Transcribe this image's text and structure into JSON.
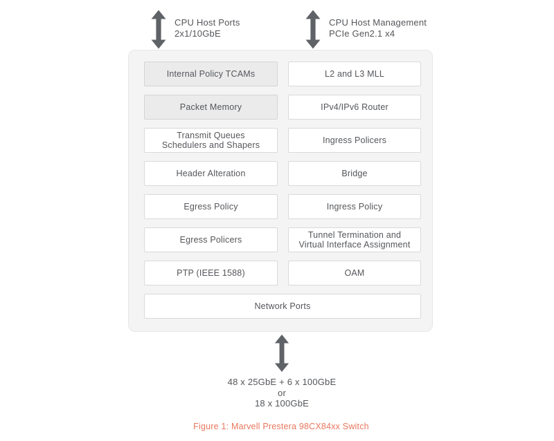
{
  "top_connections": [
    {
      "name": "cpu-host-ports",
      "label": "CPU Host Ports\n2x1/10GbE"
    },
    {
      "name": "cpu-host-management",
      "label": "CPU Host Management\nPCIe Gen2.1 x4"
    }
  ],
  "switch": {
    "left_column": [
      {
        "label": "Internal Policy TCAMs",
        "filled": true
      },
      {
        "label": "Packet Memory",
        "filled": true
      },
      {
        "label": "Transmit Queues\nSchedulers and Shapers",
        "filled": false
      },
      {
        "label": "Header Alteration",
        "filled": false
      },
      {
        "label": "Egress Policy",
        "filled": false
      },
      {
        "label": "Egress Policers",
        "filled": false
      },
      {
        "label": "PTP (IEEE 1588)",
        "filled": false
      }
    ],
    "right_column": [
      {
        "label": "L2 and L3 MLL",
        "filled": false
      },
      {
        "label": "IPv4/IPv6 Router",
        "filled": false
      },
      {
        "label": "Ingress Policers",
        "filled": false
      },
      {
        "label": "Bridge",
        "filled": false
      },
      {
        "label": "Ingress Policy",
        "filled": false
      },
      {
        "label": "Tunnel Termination and\nVirtual Interface Assignment",
        "filled": false
      },
      {
        "label": "OAM",
        "filled": false
      }
    ],
    "bottom_row": {
      "label": "Network Ports"
    }
  },
  "bottom_connection": {
    "label": "48 x 25GbE + 6 x 100GbE\nor\n18 x 100GbE"
  },
  "figure": {
    "caption": "Figure 1: Marvell Prestera 98CX84xx Switch"
  },
  "colors": {
    "arrow": "#5f6266",
    "box-border": "#d9d9db",
    "box-filled-bg": "#ebebec",
    "container-bg": "#f4f4f5",
    "container-border": "#e7e7e8",
    "text": "#54565a",
    "caption": "#e9775e"
  }
}
